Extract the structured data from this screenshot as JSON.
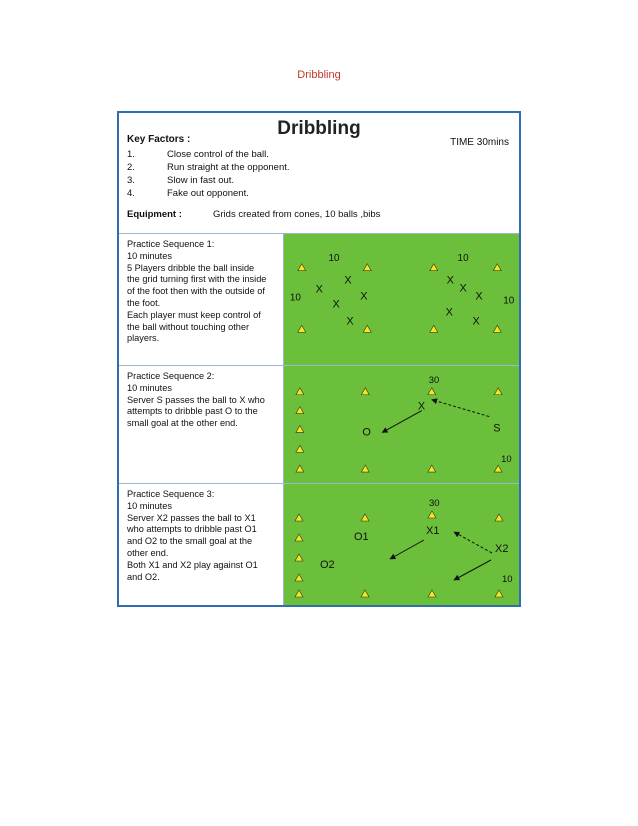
{
  "header": {
    "title": "Dribbling"
  },
  "sheet": {
    "title": "Dribbling",
    "time": "TIME 30mins",
    "key_factors_title": "Key Factors :",
    "key_factors": [
      {
        "num": "1.",
        "text": "Close control of the ball."
      },
      {
        "num": "2.",
        "text": "Run straight at the opponent."
      },
      {
        "num": "3.",
        "text": "Slow in fast out."
      },
      {
        "num": "4.",
        "text": "Fake out opponent."
      }
    ],
    "equipment_label": "Equipment :",
    "equipment_text": "Grids created from cones, 10 balls ,bibs",
    "sequences": [
      {
        "title": "Practice Sequence 1:",
        "duration": "10 minutes",
        "description": "5 Players dribble the ball inside\nthe grid turning first with the inside\nof the foot then with the outside of\nthe foot.\nEach player must keep control of\nthe ball without touching other\nplayers."
      },
      {
        "title": "Practice Sequence 2:",
        "duration": "10 minutes",
        "description": "Server S passes the ball to X who\nattempts to dribble past O to the\nsmall goal at the other end."
      },
      {
        "title": "Practice Sequence 3:",
        "duration": "10 minutes",
        "description": "Server X2 passes the ball to X1\nwho attempts to dribble past O1\nand O2 to the small goal at the\nother end.\nBoth X1 and X2 play against O1\nand O2."
      }
    ],
    "diagrams": {
      "d1": {
        "grid_a_top": "10",
        "grid_a_left": "10",
        "grid_b_top": "10",
        "grid_b_right": "10",
        "player": "X"
      },
      "d2": {
        "goal_label": "30",
        "attacker": "X",
        "defender": "O",
        "server": "S",
        "corner_label": "10"
      },
      "d3": {
        "goal_label": "30",
        "attacker": "X1",
        "defender_1": "O1",
        "defender_2": "O2",
        "server": "X2",
        "corner_label": "10"
      }
    },
    "colors": {
      "field": "#6bbf3a",
      "cone": "#f4e81b",
      "border": "#2f6fad",
      "header_text": "#c0392b"
    }
  }
}
